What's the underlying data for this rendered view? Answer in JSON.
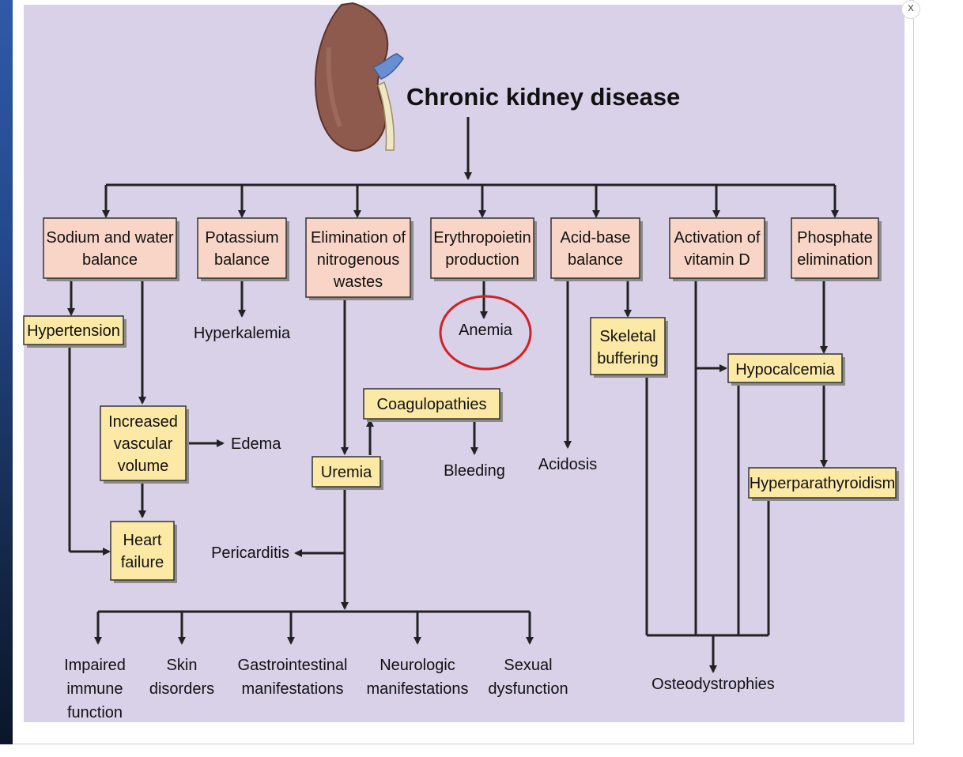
{
  "title": "Chronic kidney disease",
  "close_label": "x",
  "nodes": {
    "sodium": [
      "Sodium and water",
      "balance"
    ],
    "potassium": [
      "Potassium",
      "balance"
    ],
    "nitrogenous": [
      "Elimination of",
      "nitrogenous",
      "wastes"
    ],
    "erythropoietin": [
      "Erythropoietin",
      "production"
    ],
    "acidbase": [
      "Acid-base",
      "balance"
    ],
    "vitd": [
      "Activation of",
      "vitamin D"
    ],
    "phosphate": [
      "Phosphate",
      "elimination"
    ],
    "hypertension": [
      "Hypertension"
    ],
    "hyperkalemia": [
      "Hyperkalemia"
    ],
    "anemia": [
      "Anemia"
    ],
    "skeletal": [
      "Skeletal",
      "buffering"
    ],
    "hypocalcemia": [
      "Hypocalcemia"
    ],
    "coagulopathies": [
      "Coagulopathies"
    ],
    "vascular": [
      "Increased",
      "vascular",
      "volume"
    ],
    "edema": [
      "Edema"
    ],
    "uremia": [
      "Uremia"
    ],
    "bleeding": [
      "Bleeding"
    ],
    "acidosis": [
      "Acidosis"
    ],
    "hyperparathyroidism": [
      "Hyperparathyroidism"
    ],
    "heart": [
      "Heart",
      "failure"
    ],
    "pericarditis": [
      "Pericarditis"
    ],
    "immune": [
      "Impaired",
      "immune",
      "function"
    ],
    "skin": [
      "Skin",
      "disorders"
    ],
    "gi": [
      "Gastrointestinal",
      "manifestations"
    ],
    "neuro": [
      "Neurologic",
      "manifestations"
    ],
    "sexual": [
      "Sexual",
      "dysfunction"
    ],
    "osteo": [
      "Osteodystrophies"
    ]
  },
  "colors": {
    "background": "#d8d1e8",
    "box_pink": "#f8d5c6",
    "box_yellow": "#fce9a6",
    "highlight_circle": "#d42020"
  }
}
